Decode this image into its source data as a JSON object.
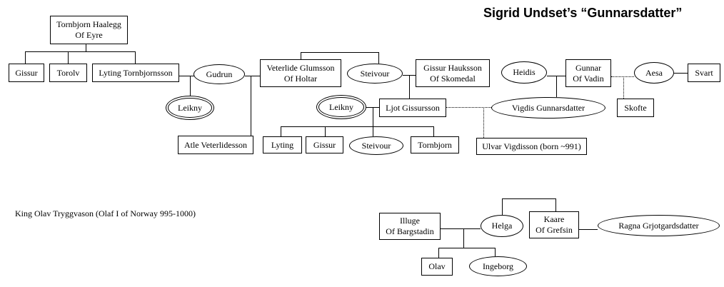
{
  "title": "Sigrid Undset’s “Gunnarsdatter”",
  "footnote": "King Olav Tryggvason (Olaf I of Norway 995-1000)",
  "people": {
    "tornbjorn_haalegg": "Tornbjorn Haalegg\nOf Eyre",
    "gissur_son": "Gissur",
    "torolv": "Torolv",
    "lyting_tornbjornsson": "Lyting Tornbjornsson",
    "gudrun": "Gudrun",
    "leikny1": "Leikny",
    "atle": "Atle Veterlidesson",
    "veterlide": "Veterlide Glumsson\nOf Holtar",
    "steivour1": "Steivour",
    "gissur_hauksson": "Gissur Hauksson\nOf Skomedal",
    "leikny2": "Leikny",
    "ljot": "Ljot Gissursson",
    "lyting_child": "Lyting",
    "gissur_child": "Gissur",
    "steivour2": "Steivour",
    "tornbjorn_child": "Tornbjorn",
    "heidis": "Heidis",
    "gunnar": "Gunnar\nOf Vadin",
    "vigdis": "Vigdis Gunnarsdatter",
    "ulvar": "Ulvar Vigdisson (born ~991)",
    "aesa": "Aesa",
    "svart": "Svart",
    "skofte": "Skofte",
    "illuge": "Illuge\nOf Bargstadin",
    "helga": "Helga",
    "kaare": "Kaare\nOf Grefsin",
    "ragna": "Ragna Grjotgardsdatter",
    "olav": "Olav",
    "ingeborg": "Ingeborg"
  },
  "colors": {
    "line": "#000000",
    "background": "#ffffff",
    "text": "#000000"
  }
}
